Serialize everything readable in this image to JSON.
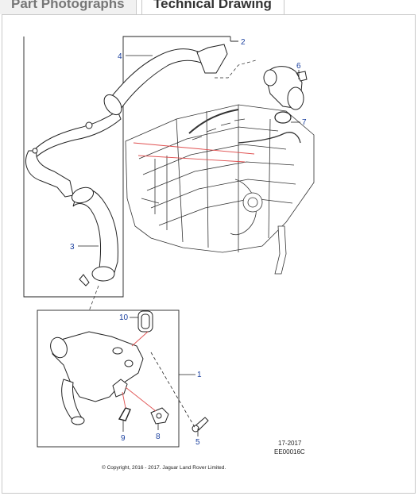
{
  "tabs": [
    {
      "label": "Part Photographs"
    },
    {
      "label": "Technical Drawing"
    }
  ],
  "callouts": {
    "c1": "1",
    "c2": "2",
    "c3": "3",
    "c4": "4",
    "c5": "5",
    "c6": "6",
    "c7": "7",
    "c8": "8",
    "c9": "9",
    "c10": "10"
  },
  "drawing": {
    "ref_date": "17-2017",
    "ref_code": "EE00016C",
    "copyright": "© Copyright, 2016 - 2017. Jaguar Land Rover Limited."
  },
  "colors": {
    "callout": "#1a3f9e",
    "leader_red": "#e05050",
    "line": "#222222"
  }
}
